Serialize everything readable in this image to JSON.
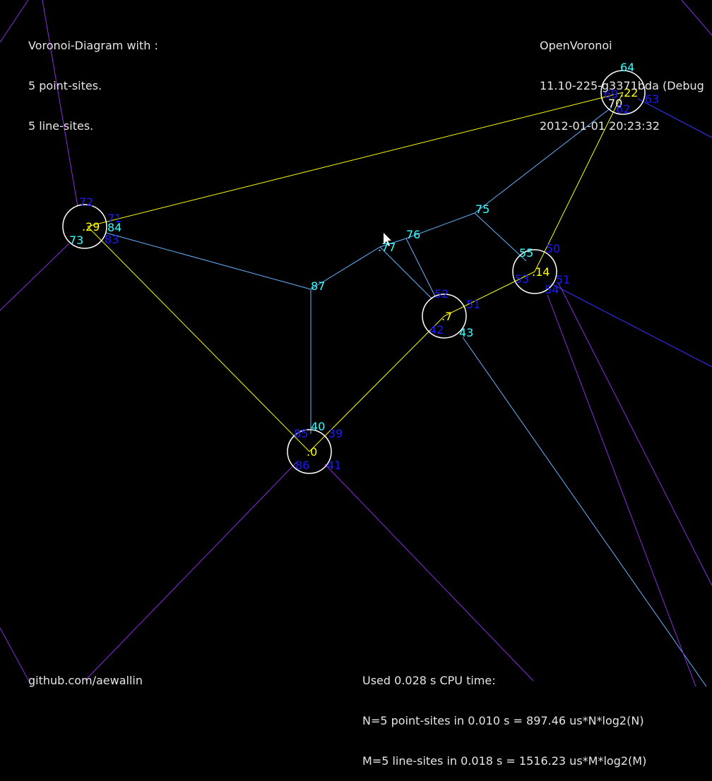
{
  "header": {
    "title_lines": [
      "Voronoi-Diagram with :",
      "5 point-sites.",
      "5 line-sites."
    ],
    "app_lines": [
      "OpenVoronoi",
      "11.10-225-g3371bda (Debug",
      "2012-01-01 20:23:32"
    ]
  },
  "footer": {
    "link": "github.com/aewallin",
    "stats_lines": [
      "Used 0.028 s CPU time:",
      "N=5 point-sites in 0.010 s = 897.46 us*N*log2(N)",
      "M=5 line-sites in 0.018 s = 1516.23 us*M*log2(M)"
    ]
  },
  "colors": {
    "background": "#000000",
    "site": "#ffff00",
    "edge_cyan": "#66b3ff",
    "edge_blue": "#3333ff",
    "edge_purple": "#8a2be2",
    "circle": "#ffffff",
    "label_cyan": "#33ffff",
    "label_blue": "#1a1aff",
    "label_yellow": "#ffff00"
  },
  "sites": [
    {
      "id": "0",
      "label": ".0"
    },
    {
      "id": "7",
      "label": ".7"
    },
    {
      "id": "14",
      "label": ".14"
    },
    {
      "id": "22",
      "label": ".22"
    },
    {
      "id": "29",
      "label": ".29"
    }
  ],
  "vertex_labels": [
    {
      "text": "64",
      "color": "cyan"
    },
    {
      "text": "69",
      "color": "blue"
    },
    {
      "text": "70",
      "color": "white"
    },
    {
      "text": "62",
      "color": "blue"
    },
    {
      "text": "63",
      "color": "blue"
    },
    {
      "text": "72",
      "color": "blue"
    },
    {
      "text": "71",
      "color": "blue"
    },
    {
      "text": "84",
      "color": "cyan"
    },
    {
      "text": "73",
      "color": "cyan"
    },
    {
      "text": "83",
      "color": "blue"
    },
    {
      "text": "75",
      "color": "cyan"
    },
    {
      "text": "76",
      "color": "cyan"
    },
    {
      "text": ".77",
      "color": "cyan"
    },
    {
      "text": "87",
      "color": "cyan"
    },
    {
      "text": "55",
      "color": "cyan"
    },
    {
      "text": "50",
      "color": "blue"
    },
    {
      "text": "53",
      "color": "blue"
    },
    {
      "text": "51",
      "color": "blue"
    },
    {
      "text": "54",
      "color": "blue"
    },
    {
      "text": "52",
      "color": "blue"
    },
    {
      "text": "51",
      "color": "blue"
    },
    {
      "text": "42",
      "color": "blue"
    },
    {
      "text": "43",
      "color": "cyan"
    },
    {
      "text": "85",
      "color": "blue"
    },
    {
      "text": "40",
      "color": "cyan"
    },
    {
      "text": "39",
      "color": "blue"
    },
    {
      "text": "86",
      "color": "blue"
    },
    {
      "text": "41",
      "color": "blue"
    }
  ]
}
